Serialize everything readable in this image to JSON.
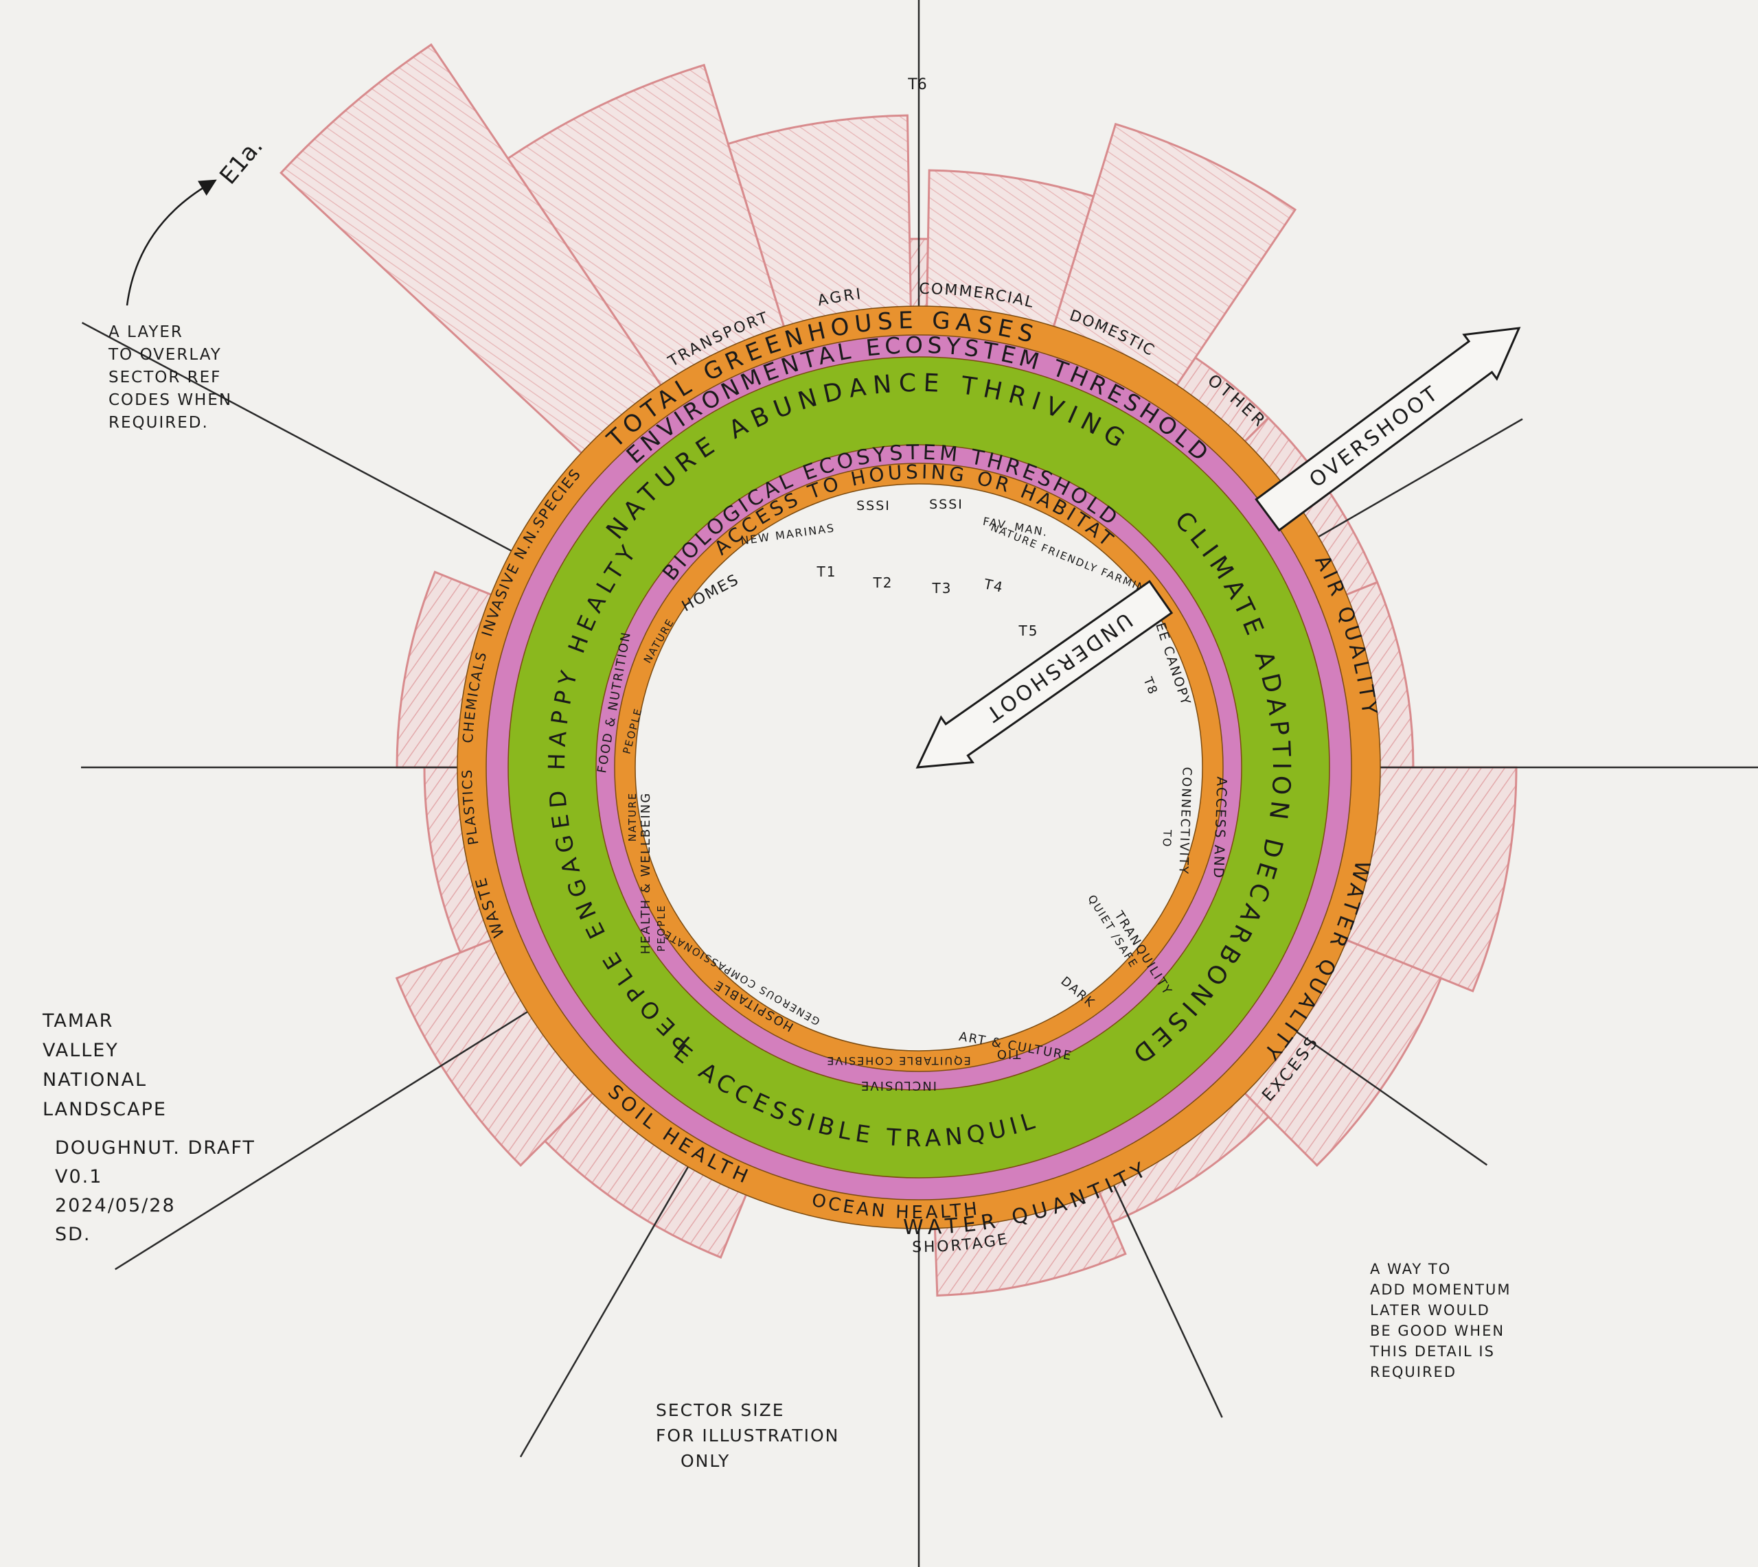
{
  "figure_ref": "E1a.",
  "notes": {
    "layer": [
      "A LAYER",
      "TO OVERLAY",
      "SECTOR REF",
      "CODES WHEN",
      "REQUIRED."
    ],
    "title": [
      "TAMAR",
      "VALLEY",
      "NATIONAL",
      "LANDSCAPE"
    ],
    "version": [
      "DOUGHNUT. DRAFT",
      "V0.1",
      "2024/05/28",
      "SD."
    ],
    "sector_size": [
      "SECTOR SIZE",
      "FOR ILLUSTRATION",
      "ONLY"
    ],
    "momentum": [
      "A WAY TO",
      "ADD MOMENTUM",
      "LATER WOULD",
      "BE GOOD WHEN",
      "THIS DETAIL IS",
      "REQUIRED"
    ]
  },
  "arrows": {
    "overshoot": "OVERSHOOT",
    "undershoot": "UNDERSHOOT"
  },
  "rings": {
    "total_ghg": "TOTAL GREENHOUSE GASES",
    "env_threshold": "ENVIRONMENTAL ECOSYSTEM THRESHOLD",
    "nature": "NATURE ABUNDANCE THRIVING",
    "climate": "CLIMATE ADAPTION DECARBONISED",
    "place": "PLACE ACCESSIBLE TRANQUIL SAFE",
    "people": "PEOPLE ENGAGED HAPPY HEALTY",
    "bio_threshold": "BIOLOGICAL ECOSYSTEM THRESHOLD",
    "housing": "ACCESS TO HOUSING OR HABITAT"
  },
  "outer_labels": {
    "air_quality": "AIR QUALITY",
    "water_quality": "WATER QUALITY",
    "water_quantity": "WATER QUANTITY",
    "ocean_health": "OCEAN HEALTH",
    "soil_health": "SOIL HEALTH",
    "waste": "WASTE",
    "plastics": "PLASTICS",
    "chemicals": "CHEMICALS",
    "invasive": "INVASIVE N.N.SPECIES"
  },
  "ghg_sectors": [
    "TRANSPORT",
    "AGRI",
    "COMMERCIAL",
    "DOMESTIC",
    "OTHER"
  ],
  "water_sub": {
    "excess": "EXCESS",
    "shortage": "SHORTAGE"
  },
  "t6": "T6",
  "inner_labels": {
    "homes": "HOMES",
    "new_marinas": "NEW MARINAS",
    "sssi_1": "SSSI",
    "sssi_2": "SSSI",
    "fav_man": "FAV. MAN.",
    "nature_friendly": "NATURE FRIENDLY FARMING",
    "t1": "T1",
    "t2": "T2",
    "t3": "T3",
    "t4": "T4",
    "t5": "T5",
    "t8": "T8",
    "tree_canopy": "TREE CANOPY",
    "access_and": "ACCESS AND",
    "connectivity": "CONNECTIVITY",
    "to": "TO",
    "quiet_safe": "QUIET /SAFE",
    "tranquility": "TRANQUILITY",
    "dark": "DARK",
    "art_culture": "ART & CULTURE",
    "tio": "TIO",
    "inclusive": "INCLUSIVE",
    "equitable": "EQUITABLE COHESIVE",
    "hospitable": "HOSPITABLE",
    "generous": "GENEROUS COMPASSIONATE",
    "health_wellbeing": "HEALTH & WELLBEING",
    "people_1": "PEOPLE",
    "nature_1": "NATURE",
    "food_nutrition": "FOOD & NUTRITION",
    "people_2": "PEOPLE",
    "nature_2": "NATURE"
  },
  "colors": {
    "paper": "#f2f1ee",
    "orange": "#e8922f",
    "pink": "#d37fbd",
    "green": "#8ab81e",
    "hatch": "#e3a9ab",
    "ink": "#1a1a1a"
  }
}
